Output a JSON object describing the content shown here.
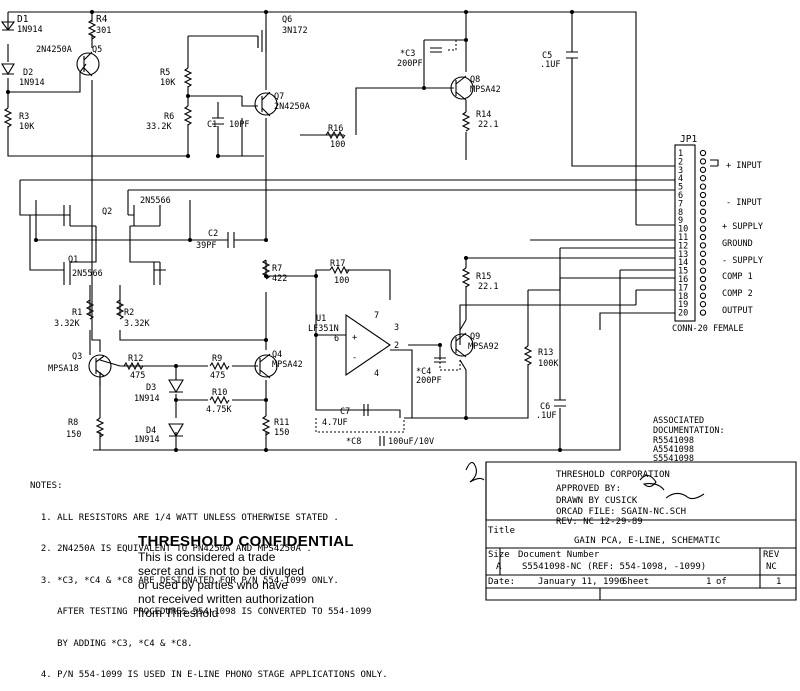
{
  "schematic": {
    "components": {
      "D1": {
        "ref": "D1",
        "value": "1N914"
      },
      "R4": {
        "ref": "R4",
        "value": "301"
      },
      "Q5": {
        "ref": "Q5",
        "value": "2N4250A"
      },
      "D2": {
        "ref": "D2",
        "value": "1N914"
      },
      "R3": {
        "ref": "R3",
        "value": "10K"
      },
      "Q6": {
        "ref": "Q6",
        "value": "3N172"
      },
      "R5": {
        "ref": "R5",
        "value": "10K"
      },
      "R6": {
        "ref": "R6",
        "value": "33.2K"
      },
      "Q7": {
        "ref": "Q7",
        "value": "2N4250A"
      },
      "C1": {
        "ref": "C1",
        "value": "10PF"
      },
      "R16": {
        "ref": "R16",
        "value": "100"
      },
      "C3": {
        "ref": "*C3",
        "value": "200PF"
      },
      "Q8": {
        "ref": "Q8",
        "value": "MPSA42"
      },
      "R14": {
        "ref": "R14",
        "value": "22.1"
      },
      "C5": {
        "ref": "C5",
        "value": ".1UF"
      },
      "Q2": {
        "ref": "Q2",
        "value": "2N5566"
      },
      "Q1": {
        "ref": "Q1",
        "value": "2N5566"
      },
      "C2": {
        "ref": "C2",
        "value": "39PF"
      },
      "R7": {
        "ref": "R7",
        "value": "422"
      },
      "R17": {
        "ref": "R17",
        "value": "100"
      },
      "R15": {
        "ref": "R15",
        "value": "22.1"
      },
      "R1": {
        "ref": "R1",
        "value": "3.32K"
      },
      "R2": {
        "ref": "R2",
        "value": "3.32K"
      },
      "U1": {
        "ref": "U1",
        "value": "LF351N"
      },
      "Q9": {
        "ref": "Q9",
        "value": "MPSA92"
      },
      "Q3": {
        "ref": "Q3",
        "value": "MPSA18"
      },
      "R12": {
        "ref": "R12",
        "value": "475"
      },
      "R9": {
        "ref": "R9",
        "value": "475"
      },
      "Q4": {
        "ref": "Q4",
        "value": "MPSA42"
      },
      "C4": {
        "ref": "*C4",
        "value": "200PF"
      },
      "R13": {
        "ref": "R13",
        "value": "100K"
      },
      "D3": {
        "ref": "D3",
        "value": "1N914"
      },
      "R10": {
        "ref": "R10",
        "value": "4.75K"
      },
      "C7": {
        "ref": "C7",
        "value": "4.7UF"
      },
      "C6": {
        "ref": "C6",
        "value": ".1UF"
      },
      "R8": {
        "ref": "R8",
        "value": "150"
      },
      "D4": {
        "ref": "D4",
        "value": "1N914"
      },
      "R11": {
        "ref": "R11",
        "value": "150"
      },
      "C8": {
        "ref": "*C8",
        "value": "100uF/10V"
      }
    },
    "opamp_pins": [
      "7",
      "3",
      "2",
      "6",
      "4"
    ],
    "connector": {
      "ref": "JP1",
      "type": "CONN-20 FEMALE",
      "pins": [
        "1",
        "2",
        "3",
        "4",
        "5",
        "6",
        "7",
        "8",
        "9",
        "10",
        "11",
        "12",
        "13",
        "14",
        "15",
        "16",
        "17",
        "18",
        "19",
        "20"
      ],
      "signals": [
        "+ INPUT",
        "- INPUT",
        "+ SUPPLY",
        "GROUND",
        "- SUPPLY",
        "COMP 1",
        "COMP 2",
        "OUTPUT"
      ]
    },
    "associated_docs": {
      "title_line1": "ASSOCIATED",
      "title_line2": "DOCUMENTATION:",
      "items": [
        "R5541098",
        "A5541098",
        "S5541098"
      ]
    }
  },
  "notes": {
    "heading": "NOTES:",
    "lines": [
      "  1. ALL RESISTORS ARE 1/4 WATT UNLESS OTHERWISE STATED .",
      "  2. 2N4250A IS EQUIVALENT TO PN4250A AND MPS4250A .",
      "  3. *C3, *C4 & *C8 ARE DESIGNATED FOR P/N 554-1099 ONLY.",
      "     AFTER TESTING PROCEDURES 554-1098 IS CONVERTED TO 554-1099",
      "     BY ADDING *C3, *C4 & *C8.",
      "  4. P/N 554-1099 IS USED IN E-LINE PHONO STAGE APPLICATIONS ONLY."
    ]
  },
  "confidential": {
    "heading": "THRESHOLD CONFIDENTIAL",
    "lines": [
      "This is considered a trade",
      "secret and is not to be divulged",
      "or used by parties who have",
      "not received written authorization",
      "from Threshold"
    ]
  },
  "title_block": {
    "company": "THRESHOLD CORPORATION",
    "approved_by": "APPROVED BY:",
    "drawn_by": "DRAWN BY CUSICK",
    "orcad_file": "ORCAD FILE: SGAIN-NC.SCH",
    "rev_line": "REV: NC 12-29-89",
    "title_label": "Title",
    "title": "GAIN PCA, E-LINE, SCHEMATIC",
    "size_label": "Size",
    "size": "A",
    "docnum_label": "Document Number",
    "docnum": "S5541098-NC (REF: 554-1098, -1099)",
    "rev_label": "REV",
    "rev": "NC",
    "date_label": "Date:",
    "date": "January 11, 1990",
    "sheet_label": "Sheet",
    "sheet": "1",
    "of_label": "of",
    "of": "1"
  }
}
